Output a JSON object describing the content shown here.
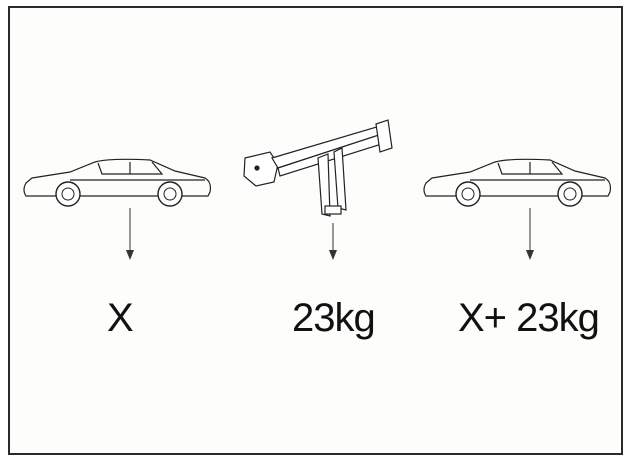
{
  "diagram": {
    "items": [
      {
        "icon": "car-icon",
        "label": "X"
      },
      {
        "icon": "tow-bar-icon",
        "label": "23kg"
      },
      {
        "icon": "car-icon",
        "label": "X+ 23kg"
      }
    ]
  }
}
